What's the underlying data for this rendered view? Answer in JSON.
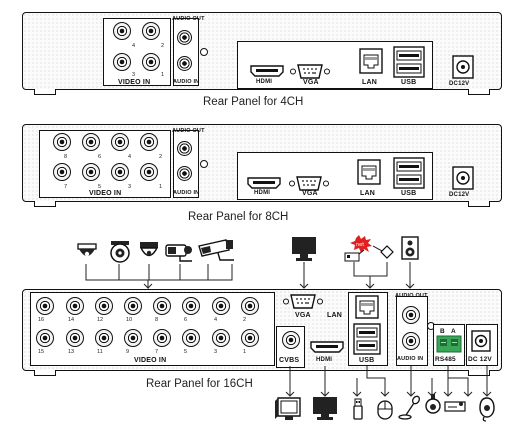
{
  "panels": [
    {
      "caption": "Rear Panel for 4CH",
      "video_in_label": "VIDEO IN",
      "channel_numbers": [
        "4",
        "2",
        "3",
        "1"
      ],
      "audio_out_label": "AUDIO OUT",
      "audio_in_label": "AUDIO IN",
      "hdmi_label": "HDMI",
      "vga_label": "VGA",
      "lan_label": "LAN",
      "usb_label": "USB",
      "dc_label": "DC12V"
    },
    {
      "caption": "Rear Panel for 8CH",
      "video_in_label": "VIDEO IN",
      "channel_numbers": [
        "8",
        "6",
        "4",
        "2",
        "7",
        "5",
        "3",
        "1"
      ],
      "audio_out_label": "AUDIO OUT",
      "audio_in_label": "AUDIO IN",
      "hdmi_label": "HDMI",
      "vga_label": "VGA",
      "lan_label": "LAN",
      "usb_label": "USB",
      "dc_label": "DC12V"
    },
    {
      "caption": "Rear Panel for 16CH",
      "video_in_label": "VIDEO IN",
      "channel_numbers_top": [
        "16",
        "14",
        "12",
        "10",
        "8",
        "6",
        "4",
        "2"
      ],
      "channel_numbers_bottom": [
        "15",
        "13",
        "11",
        "9",
        "7",
        "5",
        "3",
        "1"
      ],
      "cvbs_label": "CVBS",
      "hdmi_label": "HDMI",
      "vga_label": "VGA",
      "lan_label": "LAN",
      "usb_label": "USB",
      "audio_out_label": "AUDIO OUT",
      "audio_in_label": "AUDIO IN",
      "rs485_label": "RS485",
      "rs485_pins": [
        "B",
        "A"
      ],
      "dc_label": "DC 12V"
    }
  ],
  "devices_top": [
    "dome-camera-icon",
    "dome-camera-icon",
    "dome-camera-icon",
    "bullet-camera-icon",
    "bullet-camera-icon",
    "monitor-icon",
    "network-icon",
    "speaker-icon"
  ],
  "devices_bottom": [
    "cvbs-monitor-icon",
    "hdmi-monitor-icon",
    "usb-drive-icon",
    "mouse-icon",
    "microphone-icon",
    "ptz-camera-icon",
    "dc-adapter-icon"
  ],
  "colors": {
    "line": "#111111",
    "dots": "#c9c9c9",
    "rs485_terminal": "#3aa657",
    "alarm": "#e02020"
  }
}
